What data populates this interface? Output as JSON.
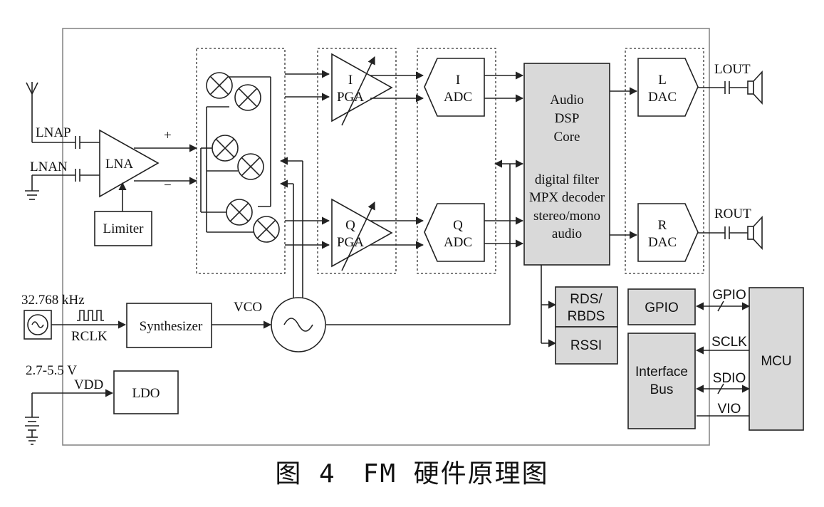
{
  "labels": {
    "lnap": "LNAP",
    "lnan": "LNAN",
    "lna": "LNA",
    "plus": "+",
    "minus": "−",
    "limiter": "Limiter",
    "i_pga_top": "I",
    "i_pga_bottom": "PGA",
    "q_pga_top": "Q",
    "q_pga_bottom": "PGA",
    "i_adc_top": "I",
    "i_adc_bottom": "ADC",
    "q_adc_top": "Q",
    "q_adc_bottom": "ADC",
    "dsp_lines": [
      "Audio",
      "DSP",
      "Core"
    ],
    "dsp_features": [
      "digital filter",
      "MPX decoder",
      "stereo/mono",
      "audio"
    ],
    "l_dac_top": "L",
    "l_dac_bottom": "DAC",
    "r_dac_top": "R",
    "r_dac_bottom": "DAC",
    "lout": "LOUT",
    "rout": "ROUT",
    "crystal_freq": "32.768 kHz",
    "rclk": "RCLK",
    "synthesizer": "Synthesizer",
    "vco": "VCO",
    "voltage": "2.7-5.5 V",
    "vdd": "VDD",
    "ldo": "LDO",
    "rds_top": "RDS/",
    "rds_bottom": "RBDS",
    "rssi": "RSSI",
    "gpio_block": "GPIO",
    "gpio_line": "GPIO",
    "interface_top": "Interface",
    "interface_bottom": "Bus",
    "sclk": "SCLK",
    "sdio": "SDIO",
    "vio": "VIO",
    "mcu": "MCU"
  },
  "caption": "图 4　FM 硬件原理图",
  "colors": {
    "block_fill": "#d9d9d9",
    "line": "#222222",
    "background": "#ffffff"
  }
}
